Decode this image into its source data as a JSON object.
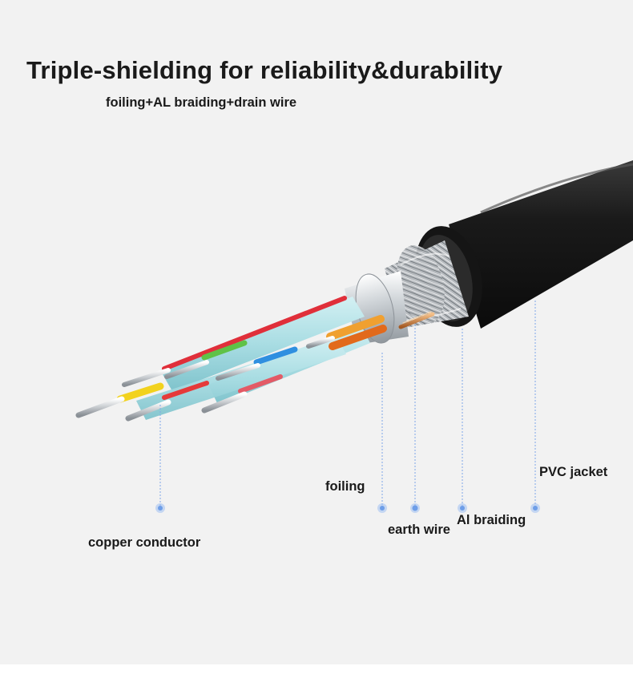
{
  "header": {
    "title": "Triple-shielding for reliability&durability",
    "subtitle": "foiling+AL braiding+drain wire"
  },
  "callouts": {
    "copper_conductor": "copper conductor",
    "foiling": "foiling",
    "earth_wire": "earth wire",
    "al_braiding": "Al braiding",
    "pvc_jacket": "PVC jacket"
  },
  "colors": {
    "background": "#f2f2f2",
    "jacket": "#1c1c1c",
    "insulation": "#a9dde3",
    "callout_line": "#7fa7e8",
    "callout_dot": "#8fb4f0",
    "copper": "#c87b3c",
    "text": "#1a1a1a"
  },
  "wire_colors": [
    "red",
    "green",
    "blue",
    "yellow",
    "red",
    "red",
    "orange",
    "orange"
  ]
}
